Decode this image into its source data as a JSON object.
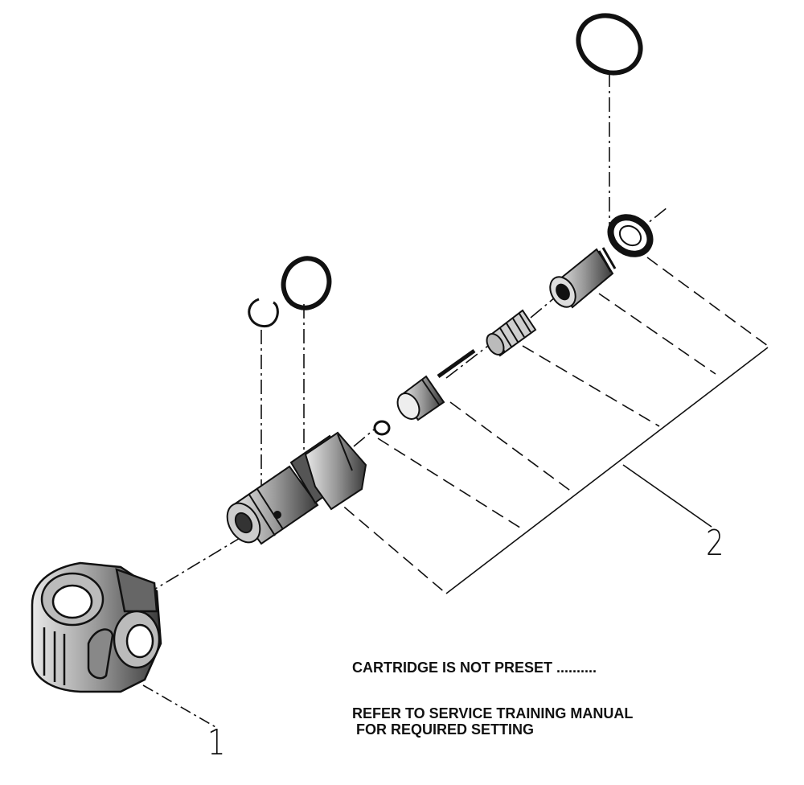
{
  "callouts": {
    "housing": "1",
    "cartridge": "2"
  },
  "notes": {
    "line1": "CARTRIDGE IS NOT PRESET ..........",
    "line2": "REFER TO SERVICE TRAINING MANUAL",
    "line3": " FOR REQUIRED SETTING"
  },
  "colors": {
    "ink": "#111111",
    "paper": "#ffffff"
  }
}
